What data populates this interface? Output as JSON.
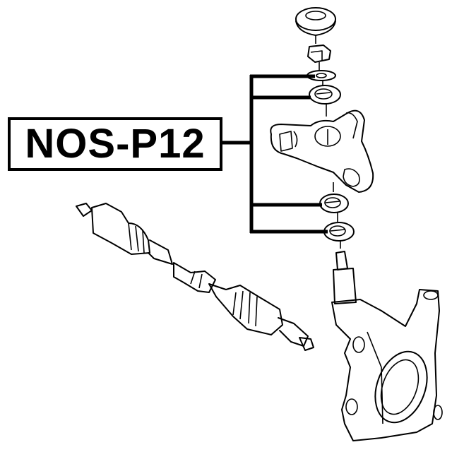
{
  "diagram": {
    "part_number_label": "NOS-P12",
    "colors": {
      "line": "#000000",
      "background": "#ffffff"
    },
    "components": [
      {
        "name": "strut-mount-top-cap"
      },
      {
        "name": "lock-nut"
      },
      {
        "name": "washer"
      },
      {
        "name": "upper-bushing"
      },
      {
        "name": "upper-control-arm"
      },
      {
        "name": "lower-bushing-upper"
      },
      {
        "name": "lower-bushing-lower"
      },
      {
        "name": "drive-shaft-cv-axle"
      },
      {
        "name": "steering-knuckle"
      }
    ],
    "callout_bracket": {
      "targets": 4
    }
  }
}
